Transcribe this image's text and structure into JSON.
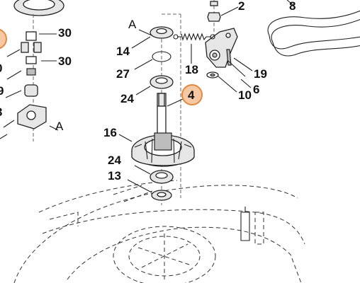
{
  "colors": {
    "highlight_fill": "#f6c9a4",
    "highlight_stroke": "#e2893f",
    "line": "#222222"
  },
  "labels": {
    "A_top": "A",
    "A_left": "A",
    "p2": "2",
    "p8": "8",
    "p30a": "30",
    "p30b": "30",
    "p14": "14",
    "p27": "27",
    "p18": "18",
    "p19": "19",
    "p6": "6",
    "p10": "10",
    "p24a": "24",
    "p4": "4",
    "p16": "16",
    "p24b": "24",
    "p13": "13",
    "edge_0": "0",
    "edge_9": "9",
    "edge_3": "3"
  }
}
